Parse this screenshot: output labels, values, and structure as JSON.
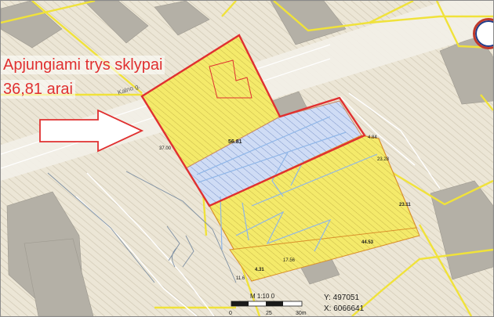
{
  "annotation": {
    "title": "Apjungiami trys sklypai",
    "area": "36,81 arai"
  },
  "plot_labels": {
    "top_plot_area": "56.81",
    "left_side": "37.00",
    "right_corner": "4.84",
    "right_side_upper": "23.28",
    "right_side_lower": "23.11",
    "bottom_mid": "44.53",
    "bottom_edge": "17.56",
    "bottom_small": "4.31",
    "bottom_corner": "11.6"
  },
  "street_label": "Kalno g.",
  "scale": {
    "label": "M 1:10 0",
    "tick_0": "0",
    "tick_1": "25",
    "tick_2": "30m"
  },
  "coordinates": {
    "y": "Y: 497051",
    "x": "X: 6066641"
  },
  "colors": {
    "highlight_red": "#e03030",
    "parcel_yellow": "#f4ea6a",
    "parcel_blue": "#bcd3f5",
    "boundary_yellow": "#f0e23a"
  }
}
